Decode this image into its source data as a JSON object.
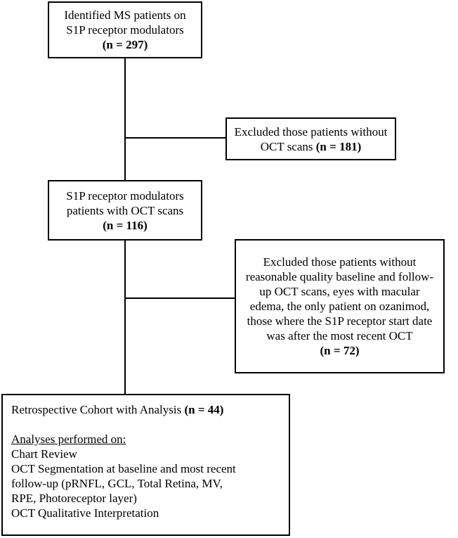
{
  "boxes": {
    "identified": {
      "line1": "Identified MS patients on",
      "line2": "S1P receptor modulators",
      "count": "(n = 297)"
    },
    "excluded_no_oct": {
      "line1": "Excluded those patients without",
      "line2": "OCT scans ",
      "count": "(n = 181)"
    },
    "with_oct": {
      "line1": "S1P receptor modulators",
      "line2": "patients with OCT scans",
      "count": "(n = 116)"
    },
    "excluded_quality": {
      "line1": "Excluded those patients without",
      "line2": "reasonable quality baseline and follow-",
      "line3": "up OCT scans, eyes with macular",
      "line4": "edema, the only patient on ozanimod,",
      "line5": "those where the S1P receptor start date",
      "line6": "was after the most recent OCT",
      "count": "(n = 72)"
    },
    "cohort": {
      "title": "Retrospective Cohort with Analysis ",
      "count": "(n = 44)",
      "analyses_header": "Analyses performed on:",
      "items": [
        "Chart Review",
        "OCT Segmentation at baseline and most recent",
        "follow-up (pRNFL, GCL, Total Retina, MV,",
        "RPE, Photoreceptor layer)",
        "OCT Qualitative Interpretation"
      ]
    }
  }
}
